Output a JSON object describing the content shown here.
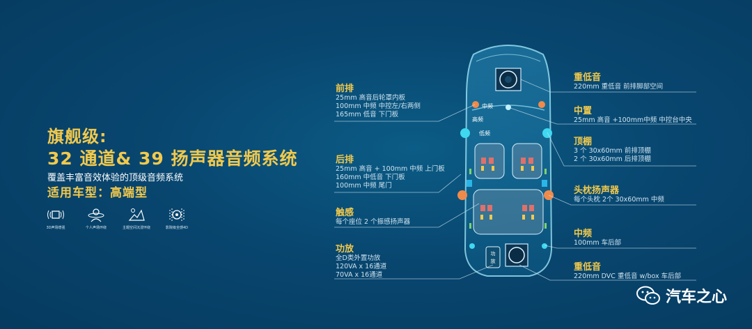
{
  "title": {
    "line1": "旗舰级:",
    "line2": "32 通道& 39 扬声器音频系统",
    "subtitle": "覆盖丰富音效体验的顶级音频系统",
    "line3": "适用车型：高端型"
  },
  "features": [
    {
      "icon": "3d-sound-icon",
      "label": "3D声场增强"
    },
    {
      "icon": "personal-sound-icon",
      "label": "个人声场环绕"
    },
    {
      "icon": "theme-space-icon",
      "label": "主题空间沉浸环绕"
    },
    {
      "icon": "cinema-4d-icon",
      "label": "影院级全感4D"
    }
  ],
  "callouts": {
    "front": {
      "head": "前排",
      "lines": [
        "25mm 高音后轮罩内板",
        "100mm 中频 中控左/右两侧",
        "165mm 低音 下门板"
      ]
    },
    "rear": {
      "head": "后排",
      "lines": [
        "25mm 高音 + 100mm 中频 上门板",
        "160mm 中低音 下门板",
        "100mm 中频 尾门"
      ]
    },
    "haptic": {
      "head": "触感",
      "lines": [
        "每个座位 2 个振感扬声器"
      ]
    },
    "amp": {
      "head": "功放",
      "lines": [
        "全D类外置功放",
        "120VA x 16通道",
        "70VA x 16通道"
      ]
    },
    "subwoofer_front": {
      "head": "重低音",
      "lines": [
        "220mm 重低音 前排脚部空间"
      ]
    },
    "center": {
      "head": "中置",
      "lines": [
        "25mm 高音 +100mm中频 中控台中央"
      ]
    },
    "roof": {
      "head": "顶棚",
      "lines": [
        "3 个 30x60mm 前排顶棚",
        "2 个 30x60mm 后排顶棚"
      ]
    },
    "headrest": {
      "head": "头枕扬声器",
      "lines": [
        "每个头枕 2个 30x60mm 中频"
      ]
    },
    "midrange": {
      "head": "中频",
      "lines": [
        "100mm 车后部"
      ]
    },
    "subwoofer_rear": {
      "head": "重低音",
      "lines": [
        "220mm DVC 重低音 w/box 车后部"
      ]
    }
  },
  "car_labels": {
    "mid": "中频",
    "tweeter": "高频",
    "low": "低频",
    "amp_l1": "功",
    "amp_l2": "放"
  },
  "watermark": "汽车之心",
  "colors": {
    "background": "#08466f",
    "accent": "#f2c94c",
    "speaker_orange": "#f08a4b",
    "speaker_cyan": "#3fd8f0"
  }
}
